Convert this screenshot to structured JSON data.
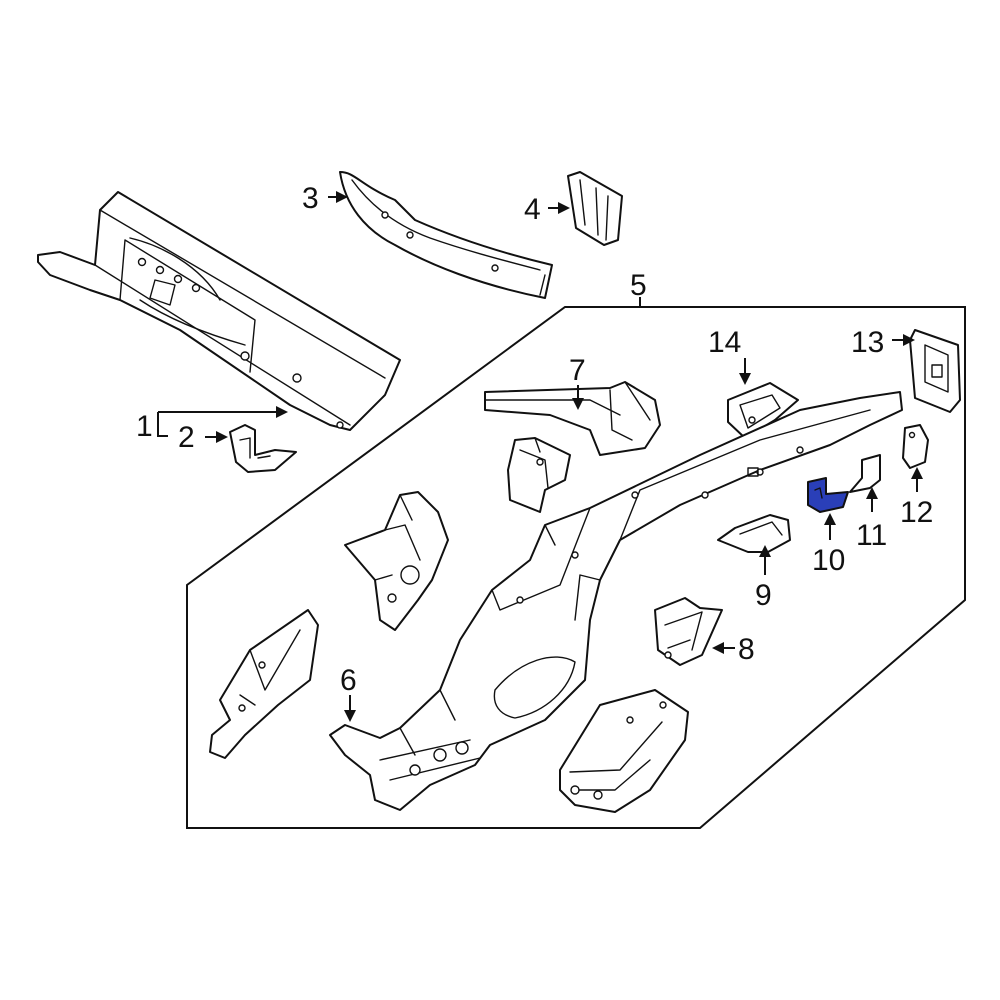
{
  "callouts": {
    "c1": "1",
    "c2": "2",
    "c3": "3",
    "c4": "4",
    "c5": "5",
    "c6": "6",
    "c7": "7",
    "c8": "8",
    "c9": "9",
    "c10": "10",
    "c11": "11",
    "c12": "12",
    "c13": "13",
    "c14": "14"
  },
  "colors": {
    "line": "#111111",
    "highlight": "#2a3fb8",
    "background": "#ffffff"
  },
  "highlighted_part": "10"
}
